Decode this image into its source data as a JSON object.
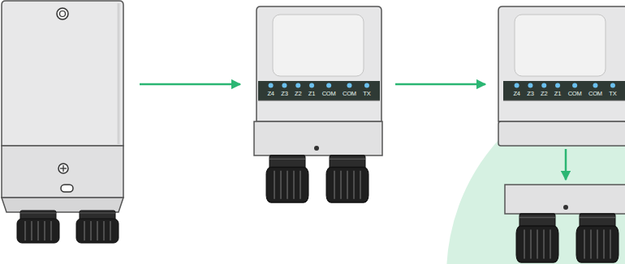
{
  "diagram": {
    "labels": [
      "Z4",
      "Z3",
      "Z2",
      "Z1",
      "COM",
      "COM",
      "TX",
      "Z4",
      "Z3",
      "Z2",
      "Z1",
      "COM",
      "COM",
      "TX"
    ]
  }
}
